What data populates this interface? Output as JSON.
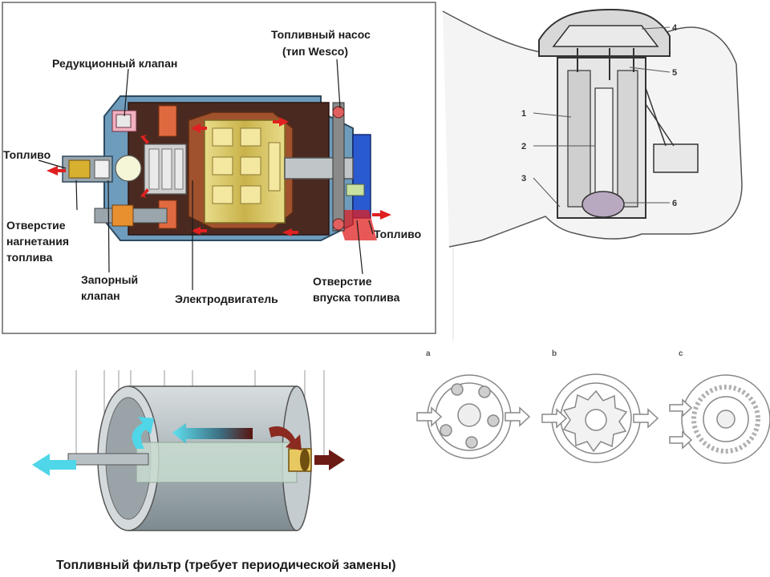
{
  "pump_diagram": {
    "labels": {
      "reducing_valve": "Редукционный клапан",
      "pump_line1": "Топливный насос",
      "pump_line2": "(тип Wesco)",
      "fuel_left": "Топливо",
      "fuel_right": "Топливо",
      "discharge_line1": "Отверстие",
      "discharge_line2": "нагнетания",
      "discharge_line3": "топлива",
      "check_line1": "Запорный",
      "check_line2": "клапан",
      "motor": "Электродвигатель",
      "inlet_line1": "Отверстие",
      "inlet_line2": "впуска топлива"
    }
  },
  "tank_diagram": {
    "callouts": [
      "1",
      "2",
      "3",
      "4",
      "5",
      "6"
    ]
  },
  "pump_types": {
    "captions": [
      "a",
      "b",
      "c"
    ]
  },
  "filter_diagram": {
    "caption": "Топливный фильтр (требует периодической замены)"
  },
  "colors": {
    "housing_blue": "#5f8fb0",
    "motor_dark": "#4a2a20",
    "rotor_yellow": "#d9c460",
    "arrow_red": "#e02020",
    "filter_body": "#b9c3c7",
    "filter_cyan": "#4fd6e8",
    "filter_dark_arrow": "#6b1a14"
  }
}
